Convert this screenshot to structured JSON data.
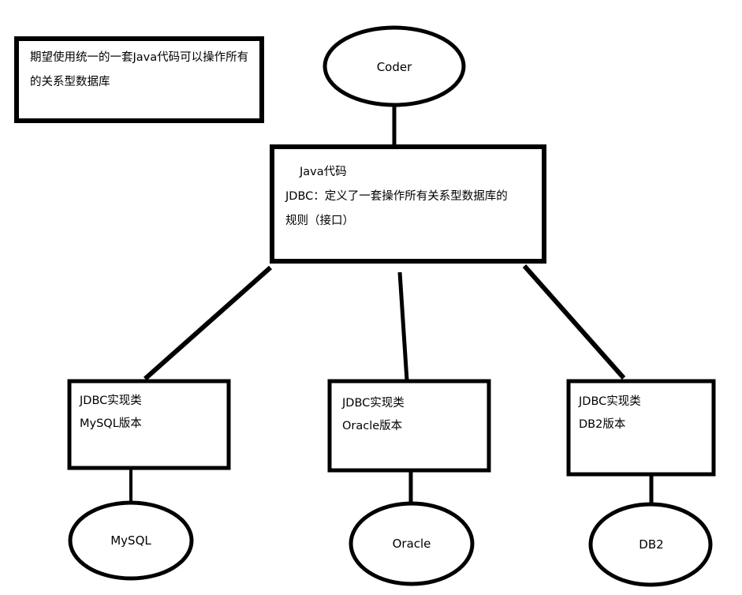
{
  "diagram": {
    "title": "JDBC architecture concept diagram",
    "stroke_color": "#000000",
    "text_color": "#000000",
    "background_color": "#ffffff",
    "note": {
      "lines": [
        "期望使用统一的一套Java代码可以操作所有",
        "的关系型数据库"
      ]
    },
    "actor": {
      "label": "Coder"
    },
    "center": {
      "lines": [
        "Java代码",
        "JDBC：定义了一套操作所有关系型数据库的",
        "规则（接口）"
      ]
    },
    "implementations": [
      {
        "line1": "JDBC实现类",
        "line2": "MySQL版本",
        "database": "MySQL"
      },
      {
        "line1": "JDBC实现类",
        "line2": "Oracle版本",
        "database": "Oracle"
      },
      {
        "line1": "JDBC实现类",
        "line2": "DB2版本",
        "database": "DB2"
      }
    ]
  }
}
